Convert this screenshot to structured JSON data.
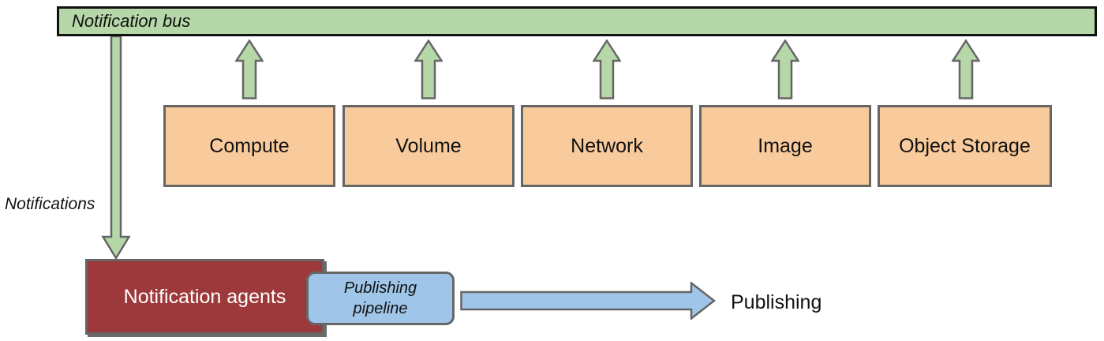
{
  "diagram": {
    "bus": {
      "label": "Notification bus"
    },
    "services": [
      {
        "label": "Compute"
      },
      {
        "label": "Volume"
      },
      {
        "label": "Network"
      },
      {
        "label": "Image"
      },
      {
        "label": "Object Storage"
      }
    ],
    "notifications_label": "Notifications",
    "agents": {
      "label": "Notification agents"
    },
    "pipeline": {
      "line1": "Publishing",
      "line2": "pipeline"
    },
    "publishing_label": "Publishing",
    "colors": {
      "bus_fill": "#b6d7a8",
      "bus_border": "#111111",
      "service_fill": "#f9cb9c",
      "agents_fill": "#9e393b",
      "agents_text": "#ffffff",
      "pipeline_fill": "#9fc5e8",
      "arrow_green": "#b6d7a8",
      "arrow_blue": "#9fc5e8",
      "border_gray": "#666666"
    }
  }
}
